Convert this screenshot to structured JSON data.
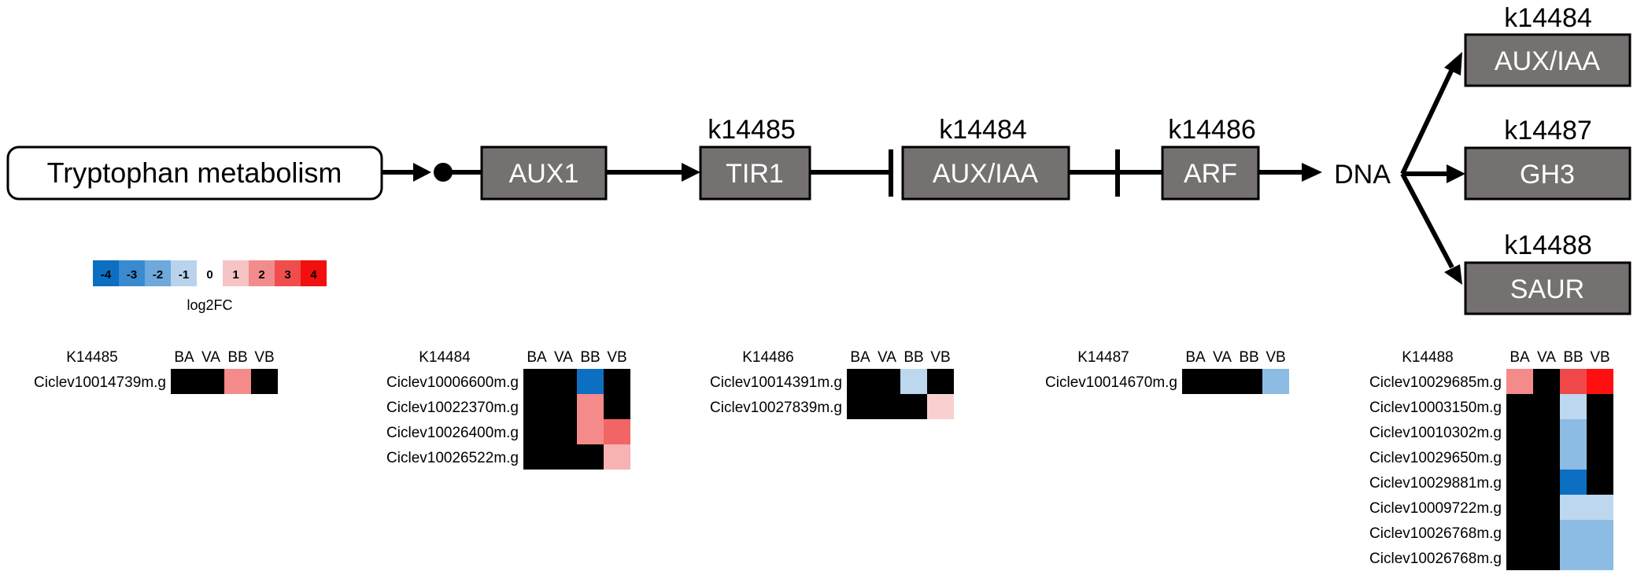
{
  "pathway": {
    "start_label": "Tryptophan metabolism",
    "dna_label": "DNA",
    "boxes": [
      {
        "key": "aux1",
        "label": "AUX1",
        "kegg": ""
      },
      {
        "key": "tir1",
        "label": "TIR1",
        "kegg": "k14485"
      },
      {
        "key": "auxiaa",
        "label": "AUX/IAA",
        "kegg": "k14484"
      },
      {
        "key": "arf",
        "label": "ARF",
        "kegg": "k14486"
      },
      {
        "key": "auxiaa2",
        "label": "AUX/IAA",
        "kegg": "k14484"
      },
      {
        "key": "gh3",
        "label": "GH3",
        "kegg": "k14487"
      },
      {
        "key": "saur",
        "label": "SAUR",
        "kegg": "k14488"
      }
    ]
  },
  "legend": {
    "title": "log2FC",
    "steps": [
      {
        "label": "-4",
        "color": "#0c6fc1"
      },
      {
        "label": "-3",
        "color": "#3a8ad0"
      },
      {
        "label": "-2",
        "color": "#6ea9dd"
      },
      {
        "label": "-1",
        "color": "#b9d3ec"
      },
      {
        "label": "0",
        "color": "#ffffff"
      },
      {
        "label": "1",
        "color": "#f6c4c4"
      },
      {
        "label": "2",
        "color": "#f28c8c"
      },
      {
        "label": "3",
        "color": "#f04d4d"
      },
      {
        "label": "4",
        "color": "#f20f0f"
      }
    ]
  },
  "heatmaps": {
    "columns": [
      "BA",
      "VA",
      "BB",
      "VB"
    ],
    "colors": {
      "neutral": "#000000",
      "n4": "#0c6fc1",
      "n3": "#3a8ad0",
      "n2": "#8cbce3",
      "n1": "#bdd7ee",
      "p1": "#f9d0d0",
      "p2": "#f7b2b2",
      "p3": "#f58a8a",
      "p4": "#f26565",
      "p5": "#f04848",
      "p6": "#ff1010"
    },
    "groups": [
      {
        "id": "K14485",
        "genes": [
          {
            "name": "Ciclev10014739m.g",
            "cells": [
              "neutral",
              "neutral",
              "p3",
              "neutral"
            ]
          }
        ]
      },
      {
        "id": "K14484",
        "genes": [
          {
            "name": "Ciclev10006600m.g",
            "cells": [
              "neutral",
              "neutral",
              "n4",
              "neutral"
            ]
          },
          {
            "name": "Ciclev10022370m.g",
            "cells": [
              "neutral",
              "neutral",
              "p3",
              "neutral"
            ]
          },
          {
            "name": "Ciclev10026400m.g",
            "cells": [
              "neutral",
              "neutral",
              "p3",
              "p4"
            ]
          },
          {
            "name": "Ciclev10026522m.g",
            "cells": [
              "neutral",
              "neutral",
              "neutral",
              "p2"
            ]
          }
        ]
      },
      {
        "id": "K14486",
        "genes": [
          {
            "name": "Ciclev10014391m.g",
            "cells": [
              "neutral",
              "neutral",
              "n1",
              "neutral"
            ]
          },
          {
            "name": "Ciclev10027839m.g",
            "cells": [
              "neutral",
              "neutral",
              "neutral",
              "p1"
            ]
          }
        ]
      },
      {
        "id": "K14487",
        "genes": [
          {
            "name": "Ciclev10014670m.g",
            "cells": [
              "neutral",
              "neutral",
              "neutral",
              "n2"
            ]
          }
        ]
      },
      {
        "id": "K14488",
        "genes": [
          {
            "name": "Ciclev10029685m.g",
            "cells": [
              "p3",
              "neutral",
              "p5",
              "p6"
            ]
          },
          {
            "name": "Ciclev10003150m.g",
            "cells": [
              "neutral",
              "neutral",
              "n1",
              "neutral"
            ]
          },
          {
            "name": "Ciclev10010302m.g",
            "cells": [
              "neutral",
              "neutral",
              "n2",
              "neutral"
            ]
          },
          {
            "name": "Ciclev10029650m.g",
            "cells": [
              "neutral",
              "neutral",
              "n2",
              "neutral"
            ]
          },
          {
            "name": "Ciclev10029881m.g",
            "cells": [
              "neutral",
              "neutral",
              "n4",
              "neutral"
            ]
          },
          {
            "name": "Ciclev10009722m.g",
            "cells": [
              "neutral",
              "neutral",
              "n1",
              "n1"
            ]
          },
          {
            "name": "Ciclev10026768m.g",
            "cells": [
              "neutral",
              "neutral",
              "n2",
              "n2"
            ]
          },
          {
            "name": "Ciclev10026768m.g",
            "cells": [
              "neutral",
              "neutral",
              "n2",
              "n2"
            ]
          }
        ]
      }
    ]
  }
}
